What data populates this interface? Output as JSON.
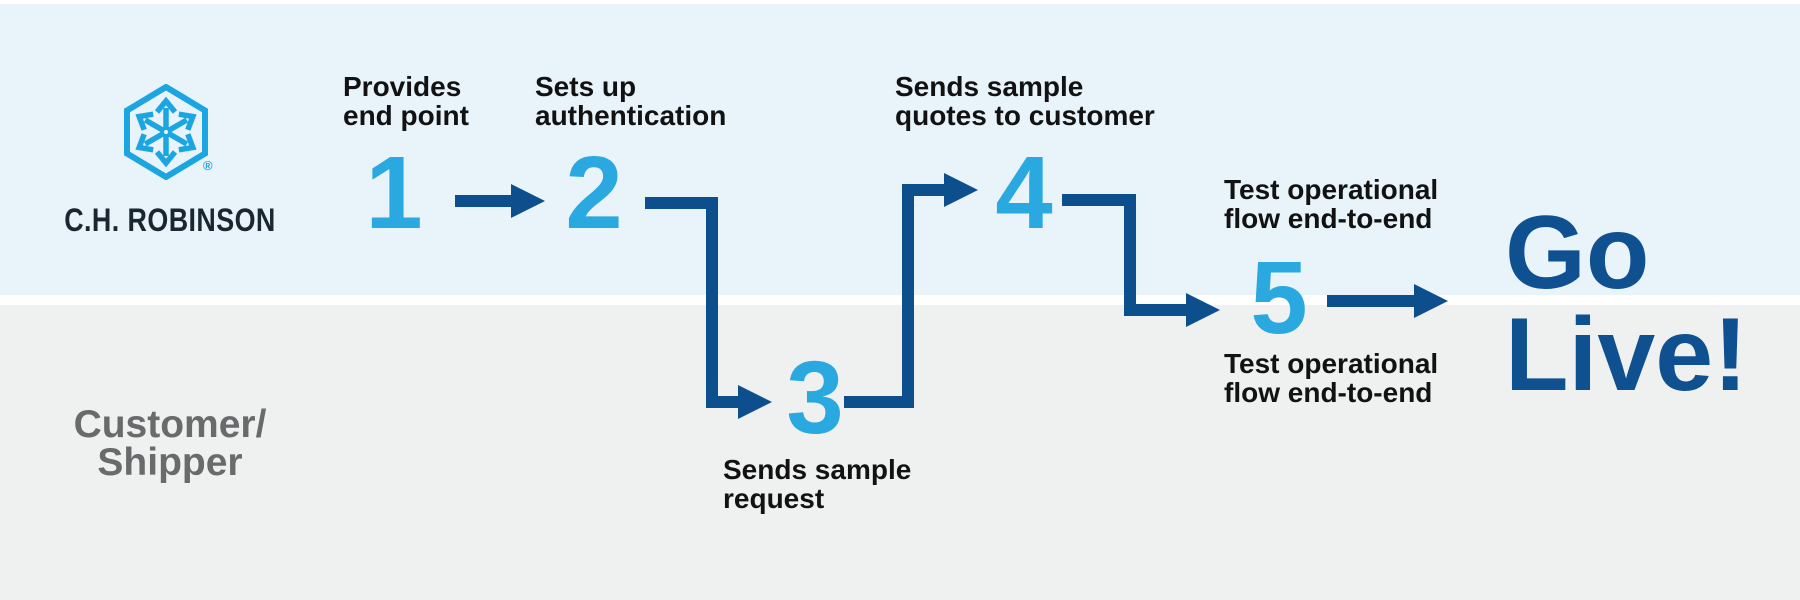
{
  "brand": {
    "wordmark": "C.H. ROBINSON",
    "registered_mark": "®"
  },
  "lanes": {
    "top_owner": "C.H. Robinson",
    "bottom_label_line1": "Customer/",
    "bottom_label_line2": "Shipper"
  },
  "steps": [
    {
      "number": "1",
      "label_line1": "Provides",
      "label_line2": "end point"
    },
    {
      "number": "2",
      "label_line1": "Sets up",
      "label_line2": "authentication"
    },
    {
      "number": "3",
      "label_line1": "Sends sample",
      "label_line2": "request"
    },
    {
      "number": "4",
      "label_line1": "Sends sample",
      "label_line2": "quotes to customer"
    },
    {
      "number": "5",
      "label_top_line1": "Test operational",
      "label_top_line2": "flow end-to-end",
      "label_bottom_line1": "Test operational",
      "label_bottom_line2": "flow end-to-end"
    }
  ],
  "finale": {
    "line1": "Go",
    "line2": "Live!"
  },
  "colors": {
    "lane_top_bg": "#E8F3FA",
    "lane_bottom_bg": "#EFF1F0",
    "divider": "#FFFFFF",
    "arrow_navy": "#0D4E8C",
    "number_cyan": "#2AA8E0",
    "logo_cyan": "#1BA6E1",
    "go_live_navy": "#0F5091",
    "label_text": "#121212",
    "customer_gray": "#696A6C",
    "wordmark_color": "#1A2630"
  }
}
